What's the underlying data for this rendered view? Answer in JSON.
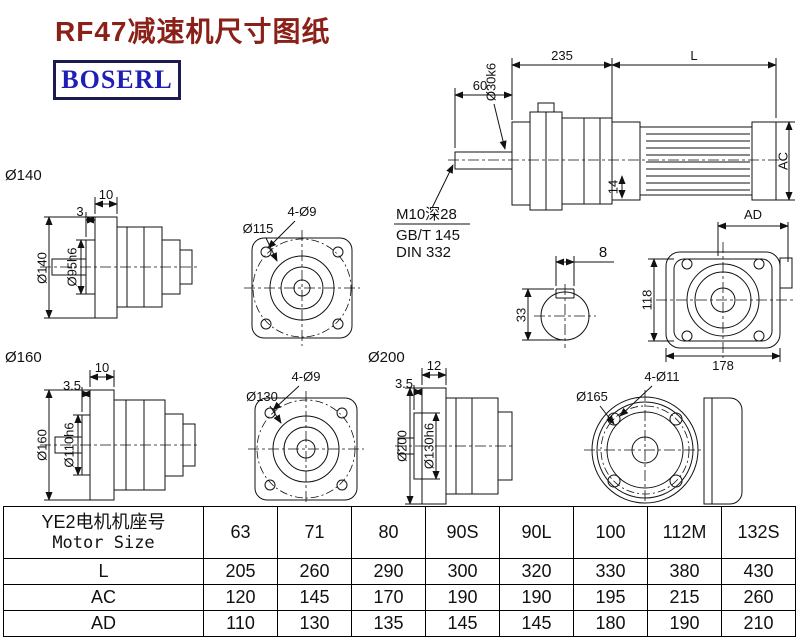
{
  "page": {
    "title": "RF47减速机尺寸图纸",
    "logo_text": "BOSERL"
  },
  "main_view": {
    "dim_gearbox_length": "235",
    "dim_motor_length": "L",
    "dim_shaft_length": "60",
    "dim_shaft_diameter": "Ø30k6",
    "dim_motor_height": "AC",
    "dim_14": "14",
    "note_line1": "M10深28",
    "note_line2": "GB/T 145",
    "note_line3": "DIN 332"
  },
  "keyway_view": {
    "dim_key_width": "8",
    "dim_key_height": "33"
  },
  "side_view": {
    "dim_ad": "AD",
    "dim_118": "118",
    "dim_178": "178"
  },
  "view_140": {
    "label": "Ø140",
    "dim_flange_thickness": "10",
    "dim_spigot_depth": "3",
    "dim_flange_diameter": "Ø140",
    "dim_spigot_diameter": "Ø95h6"
  },
  "flange_115": {
    "dim_holes": "4-Ø9",
    "dim_bolt_circle": "Ø115"
  },
  "view_160": {
    "label": "Ø160",
    "dim_flange_thickness": "10",
    "dim_spigot_depth": "3.5",
    "dim_flange_diameter": "Ø160",
    "dim_spigot_diameter": "Ø110h6"
  },
  "flange_130": {
    "dim_holes": "4-Ø9",
    "dim_bolt_circle": "Ø130"
  },
  "view_200": {
    "label": "Ø200",
    "dim_flange_thickness": "12",
    "dim_spigot_depth": "3.5",
    "dim_flange_diameter": "Ø200",
    "dim_spigot_diameter": "Ø130h6"
  },
  "flange_165": {
    "dim_holes": "4-Ø11",
    "dim_bolt_circle": "Ø165"
  },
  "table": {
    "header": {
      "label_cn": "YE2电机机座号",
      "label_en": "Motor Size",
      "sizes": [
        "63",
        "71",
        "80",
        "90S",
        "90L",
        "100",
        "112M",
        "132S"
      ]
    },
    "rows": [
      {
        "label": "L",
        "values": [
          "205",
          "260",
          "290",
          "300",
          "320",
          "330",
          "380",
          "430"
        ]
      },
      {
        "label": "AC",
        "values": [
          "120",
          "145",
          "170",
          "190",
          "190",
          "195",
          "215",
          "260"
        ]
      },
      {
        "label": "AD",
        "values": [
          "110",
          "130",
          "135",
          "145",
          "145",
          "180",
          "190",
          "210"
        ]
      }
    ]
  }
}
